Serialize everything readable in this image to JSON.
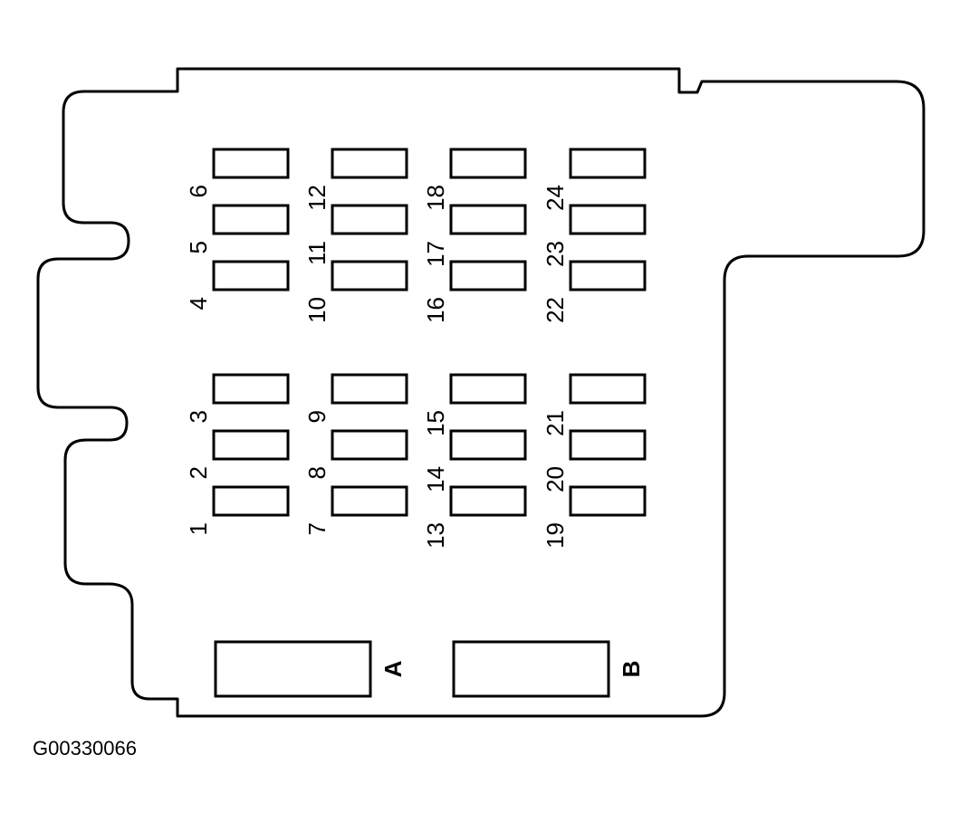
{
  "fuses": [
    {
      "label": "1"
    },
    {
      "label": "2"
    },
    {
      "label": "3"
    },
    {
      "label": "4"
    },
    {
      "label": "5"
    },
    {
      "label": "6"
    },
    {
      "label": "7"
    },
    {
      "label": "8"
    },
    {
      "label": "9"
    },
    {
      "label": "10"
    },
    {
      "label": "11"
    },
    {
      "label": "12"
    },
    {
      "label": "13"
    },
    {
      "label": "14"
    },
    {
      "label": "15"
    },
    {
      "label": "16"
    },
    {
      "label": "17"
    },
    {
      "label": "18"
    },
    {
      "label": "19"
    },
    {
      "label": "20"
    },
    {
      "label": "21"
    },
    {
      "label": "22"
    },
    {
      "label": "23"
    },
    {
      "label": "24"
    }
  ],
  "relays": [
    {
      "label": "A"
    },
    {
      "label": "B"
    }
  ],
  "figure_code": "G00330066"
}
